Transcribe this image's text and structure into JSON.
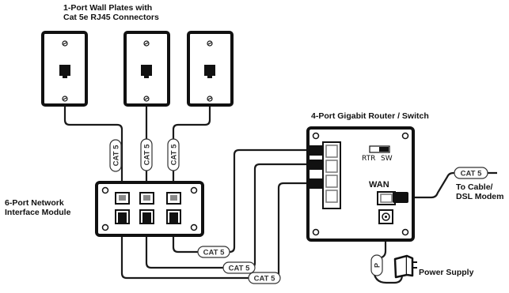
{
  "labels": {
    "wall_plates_line1": "1-Port Wall Plates with",
    "wall_plates_line2": "Cat 5e RJ45 Connectors",
    "module_line1": "6-Port Network",
    "module_line2": "Interface Module",
    "router_title": "4-Port Gigabit Router / Switch",
    "rtr": "RTR",
    "sw": "SW",
    "wan": "WAN",
    "modem_line1": "To Cable/",
    "modem_line2": "DSL Modem",
    "power_supply": "Power Supply",
    "power_plug": "P"
  },
  "cable_tag": "CAT 5",
  "colors": {
    "outline": "#111111",
    "cable": "#1a1a1a",
    "tag_fill": "#ffffff",
    "tag_text": "#333333"
  },
  "icons": [
    "wall-plate-icon",
    "rj45-jack-icon",
    "screw-icon",
    "power-adapter-icon",
    "toggle-switch-icon"
  ]
}
